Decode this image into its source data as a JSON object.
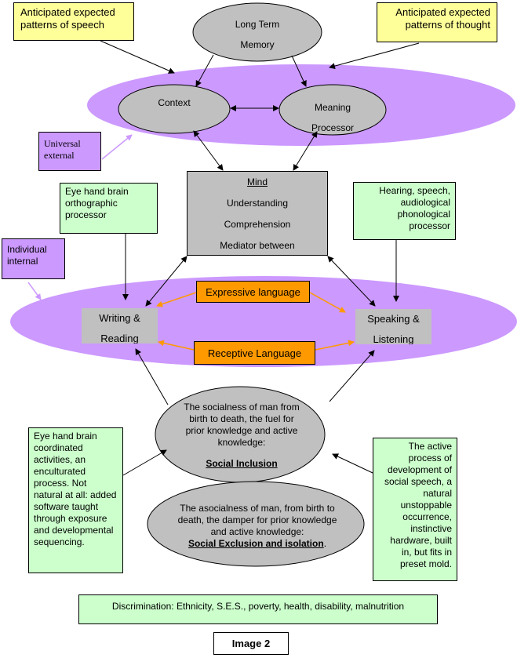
{
  "top_left_note": "Anticipated expected patterns of speech",
  "top_right_note": "Anticipated expected patterns of thought",
  "long_term_memory": {
    "line1": "Long Term",
    "line2": "Memory"
  },
  "context": "Context",
  "meaning_processor": {
    "line1": "Meaning",
    "line2": "Processor"
  },
  "universal_external": "Universal external",
  "mind": {
    "title": "Mind",
    "line1": "Understanding",
    "line2": "Comprehension",
    "line3": "Mediator between"
  },
  "eye_hand_orthographic": "Eye hand brain orthographic processor",
  "hearing_phonological": "Hearing, speech, audiological phonological processor",
  "individual_internal": "Individual internal",
  "expressive_language": "Expressive language",
  "receptive_language": "Receptive Language",
  "writing_reading": {
    "line1": "Writing &",
    "line2": "Reading"
  },
  "speaking_listening": {
    "line1": "Speaking &",
    "line2": "Listening"
  },
  "socialness": {
    "text": "The socialness of man from birth to death, the fuel for prior knowledge and active knowledge:",
    "emphasis": "Social Inclusion"
  },
  "asocialness": {
    "text": "The asocialness of man, from birth to death, the damper for prior knowledge and active knowledge:",
    "emphasis": "Social Exclusion and isolation",
    "end": "."
  },
  "left_green_note": "Eye hand brain coordinated activities, an enculturated process. Not natural at all: added software taught through exposure and developmental sequencing.",
  "right_green_note": "The active process of development of social speech, a natural unstoppable occurrence, instinctive hardware, built in, but fits in preset mold.",
  "discrimination": "Discrimination: Ethnicity, S.E.S., poverty, health, disability, malnutrition",
  "caption": "Image 2",
  "colors": {
    "violet": "#cc99ff",
    "gray": "#c0c0c0",
    "yellow": "#ffff99",
    "green": "#ccffcc",
    "orange": "#ff9900"
  }
}
